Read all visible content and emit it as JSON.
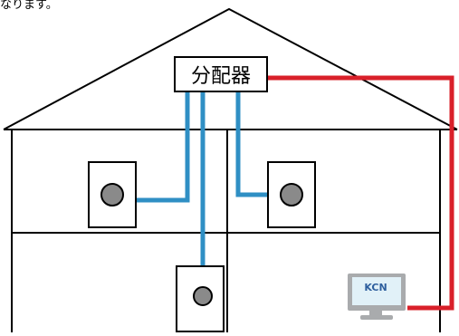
{
  "caption": "なります。",
  "splitter_label": "分配器",
  "monitor_label": "KCN",
  "colors": {
    "indoor_cable": "#2f8fc4",
    "external_line": "#d9202a",
    "structure": "#000000",
    "outlet_jack": "#8a8a8a",
    "monitor_frame": "#a9abad",
    "monitor_screen": "#e1f1f8"
  },
  "outlets": [
    {
      "name": "outlet-upper-left"
    },
    {
      "name": "outlet-upper-right"
    },
    {
      "name": "outlet-lower-center"
    }
  ]
}
